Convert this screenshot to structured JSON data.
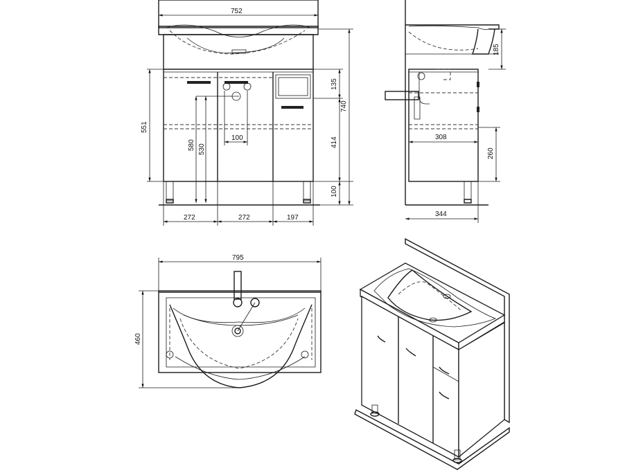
{
  "front_view": {
    "width_top": "752",
    "height_total": "740",
    "height_doors": "551",
    "height_upper": "135",
    "height_drawer_zone": "414",
    "height_legs": "100",
    "drain_h_580": "580",
    "drain_h_530": "530",
    "drain_spacing": "100",
    "col_left": "272",
    "col_mid": "272",
    "col_right": "197"
  },
  "side_view": {
    "basin_depth": "185",
    "inner_depth": "308",
    "inner_height": "260",
    "total_depth": "344"
  },
  "top_view": {
    "width": "795",
    "depth": "460"
  }
}
